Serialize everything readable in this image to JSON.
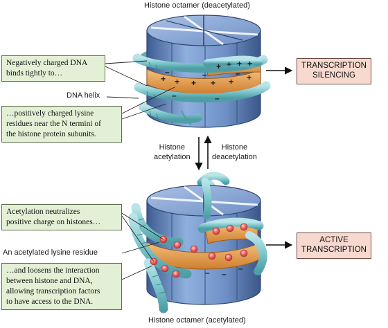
{
  "top_title": "Histone octamer (deacetylated)",
  "bottom_title": "Histone octamer (acetylated)",
  "notes": {
    "dna_binds": [
      "Negatively charged DNA",
      "binds tightly to…"
    ],
    "lysine": [
      "…positively charged lysine",
      "residues near the N termini of",
      "the histone protein subunits."
    ],
    "acetylation_neutralizes": [
      "Acetylation neutralizes",
      "positive charge on histones…"
    ],
    "loosens": [
      "…and loosens the interaction",
      "between histone and DNA,",
      "allowing transcription factors",
      "to have access to the DNA."
    ]
  },
  "labels": {
    "dna_helix": "DNA helix",
    "acetylated_lysine": "An acetylated lysine residue",
    "histone_acetylation": [
      "Histone",
      "acetylation"
    ],
    "histone_deacetylation": [
      "Histone",
      "deacetylation"
    ]
  },
  "outcomes": {
    "silencing": [
      "TRANSCRIPTION",
      "SILENCING"
    ],
    "active": [
      "ACTIVE",
      "TRANSCRIPTION"
    ]
  },
  "symbols": {
    "plus": "+",
    "minus": "–"
  },
  "colors": {
    "histone_blue": "#6f8fc4",
    "dna_teal": "#7ec6cc",
    "lysine_orange": "#e39a4a",
    "acetyl_dot": "#f26a6a",
    "note_green": "#e3f0d6",
    "result_pink": "#f8d9cf"
  }
}
